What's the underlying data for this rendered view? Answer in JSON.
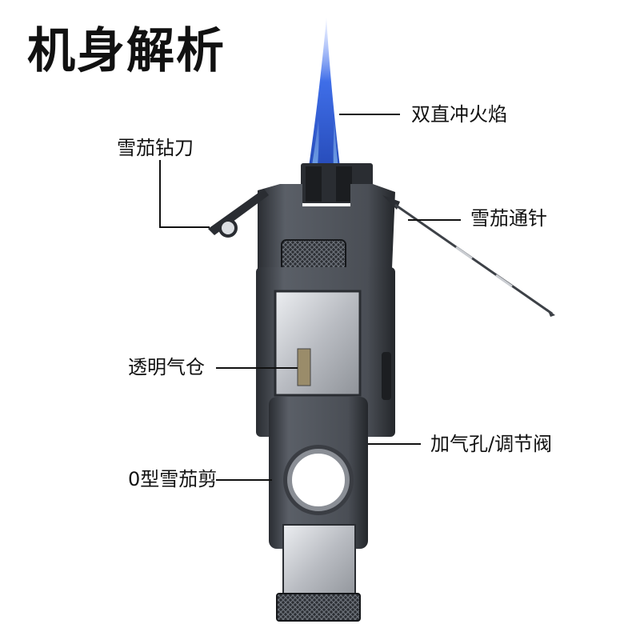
{
  "title": "机身解析",
  "callouts": {
    "flame": "双直冲火焰",
    "punch": "雪茄钻刀",
    "needle": "雪茄通针",
    "window": "透明气仓",
    "valve": "加气孔/调节阀",
    "cutter": "0型雪茄剪"
  },
  "colors": {
    "body": "#3b3f46",
    "body_dark": "#1f2226",
    "flame_outer": "#2a5bd7",
    "flame_inner": "#9fd3ff",
    "steel": "#c9ccd1"
  }
}
